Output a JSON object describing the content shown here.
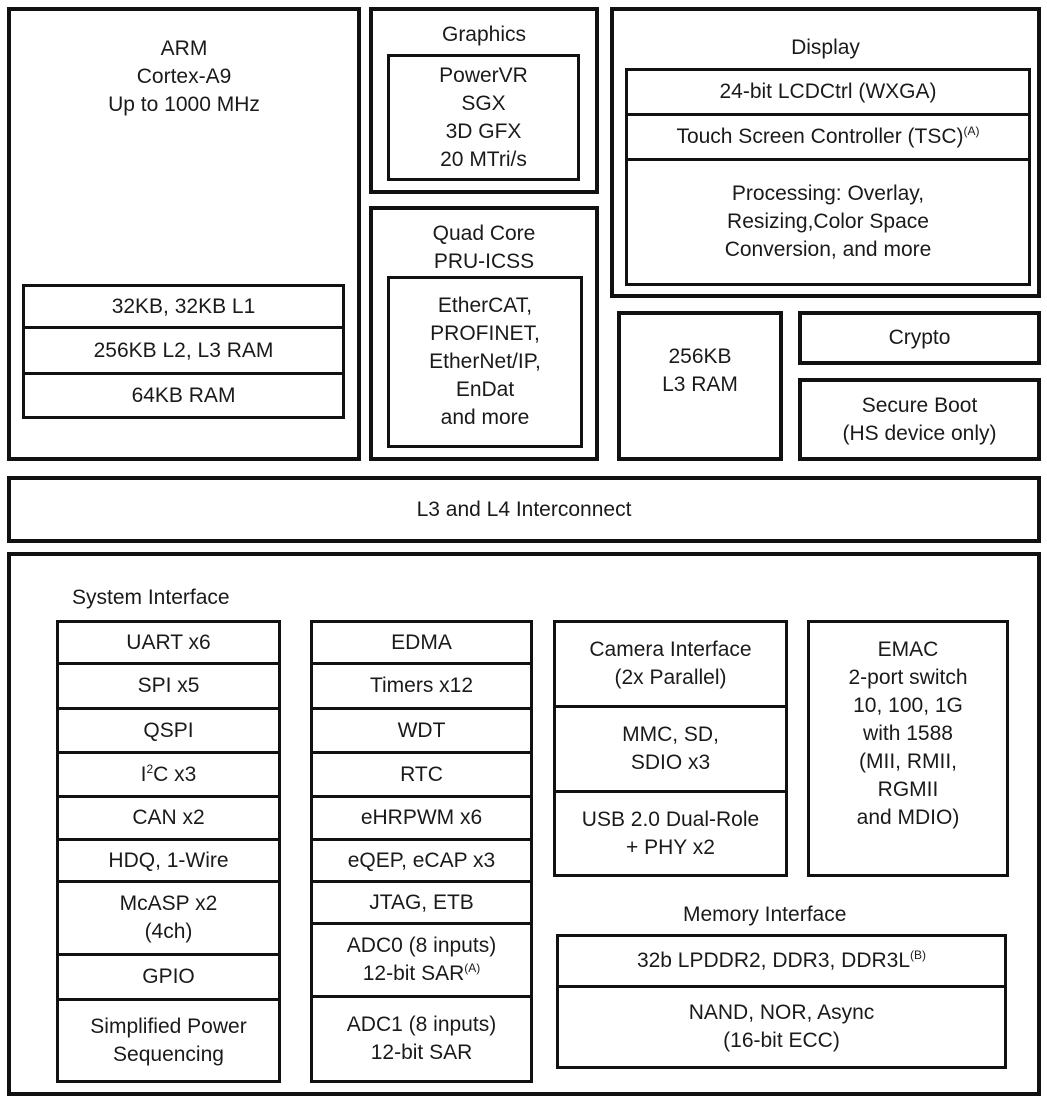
{
  "arm": {
    "lines": [
      "ARM",
      "Cortex-A9",
      "Up to 1000 MHz"
    ],
    "cache": [
      "32KB, 32KB L1",
      "256KB L2, L3 RAM",
      "64KB RAM"
    ]
  },
  "graphics": {
    "title": "Graphics",
    "lines": [
      "PowerVR",
      "SGX",
      "3D GFX",
      "20 MTri/s"
    ]
  },
  "pru": {
    "title": [
      "Quad Core",
      "PRU-ICSS"
    ],
    "lines": [
      "EtherCAT,",
      "PROFINET,",
      "EtherNet/IP,",
      "EnDat",
      "and more"
    ]
  },
  "display": {
    "title": "Display",
    "lcd": "24-bit LCDCtrl (WXGA)",
    "tsc": "Touch Screen Controller (TSC)",
    "tsc_note": "(A)",
    "proc": [
      "Processing: Overlay,",
      "Resizing,Color Space",
      "Conversion, and more"
    ]
  },
  "l3ram": [
    "256KB",
    "L3 RAM"
  ],
  "crypto": "Crypto",
  "secure": [
    "Secure Boot",
    "(HS device only)"
  ],
  "interconnect": "L3 and L4 Interconnect",
  "sys": {
    "title": "System Interface",
    "col1": [
      "UART x6",
      "SPI x5",
      "QSPI",
      "",
      "CAN x2",
      "HDQ, 1-Wire",
      "",
      "GPIO",
      ""
    ],
    "i2c": {
      "a": "I",
      "sup": "2",
      "b": "C x3"
    },
    "mcasp": [
      "McASP x2",
      "(4ch)"
    ],
    "power": [
      "Simplified Power",
      "Sequencing"
    ],
    "col2": [
      "EDMA",
      "Timers x12",
      "WDT",
      "RTC",
      "eHRPWM x6",
      "eQEP, eCAP x3",
      "JTAG, ETB"
    ],
    "adc0": [
      "ADC0 (8 inputs)",
      "12-bit SAR",
      "(A)"
    ],
    "adc1": [
      "ADC1 (8 inputs)",
      "12-bit SAR"
    ],
    "camera": [
      "Camera Interface",
      "(2x Parallel)"
    ],
    "mmc": [
      "MMC, SD,",
      "SDIO x3"
    ],
    "usb": [
      "USB 2.0 Dual-Role",
      "+ PHY x2"
    ],
    "emac": [
      "EMAC",
      "2-port switch",
      "10, 100, 1G",
      "with 1588",
      "(MII, RMII,",
      "RGMII",
      "and MDIO)"
    ]
  },
  "mem": {
    "title": "Memory Interface",
    "ddr": "32b LPDDR2, DDR3, DDR3L",
    "ddr_note": "(B)",
    "nand": [
      "NAND, NOR, Async",
      "(16-bit ECC)"
    ]
  }
}
